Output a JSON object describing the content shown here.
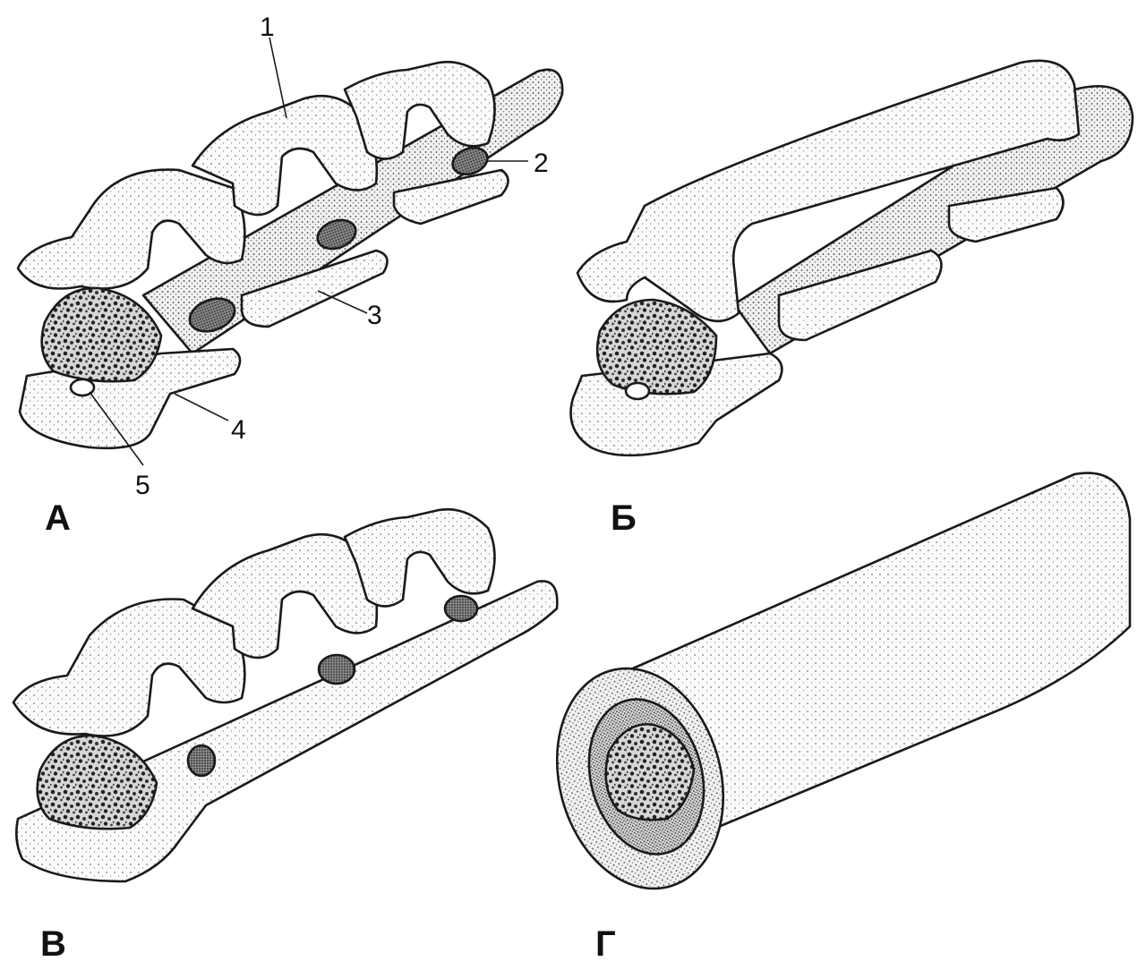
{
  "panels": [
    {
      "id": "A",
      "label": "А"
    },
    {
      "id": "B",
      "label": "Б"
    },
    {
      "id": "V",
      "label": "В"
    },
    {
      "id": "G",
      "label": "Г"
    }
  ],
  "callouts": [
    "1",
    "2",
    "3",
    "4",
    "5"
  ],
  "colors": {
    "ink": "#1a1a1a",
    "paper": "#ffffff",
    "stipple_light": "#f2f2f2",
    "stipple_mid": "#e3e3e3",
    "axon_core": "#bdbdbd"
  }
}
